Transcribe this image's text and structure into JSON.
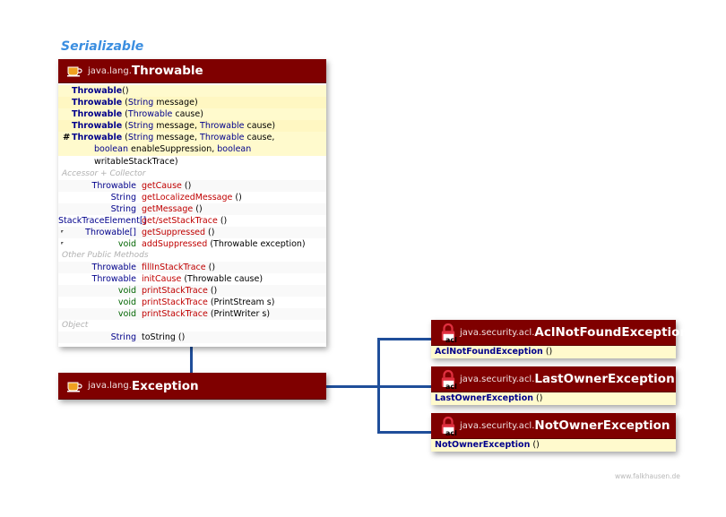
{
  "interface_label": "Serializable",
  "throwable": {
    "package": "java.lang.",
    "name": "Throwable",
    "constructors": [
      {
        "name": "Throwable",
        "params": [
          {
            "t": "()",
            "k": "plain"
          }
        ]
      },
      {
        "name": "Throwable",
        "params": [
          {
            "t": " (",
            "k": "plain"
          },
          {
            "t": "String",
            "k": "type"
          },
          {
            "t": " message)",
            "k": "plain"
          }
        ]
      },
      {
        "name": "Throwable",
        "params": [
          {
            "t": " (",
            "k": "plain"
          },
          {
            "t": "Throwable",
            "k": "type"
          },
          {
            "t": " cause)",
            "k": "plain"
          }
        ]
      },
      {
        "name": "Throwable",
        "params": [
          {
            "t": " (",
            "k": "plain"
          },
          {
            "t": "String",
            "k": "type"
          },
          {
            "t": " message, ",
            "k": "plain"
          },
          {
            "t": "Throwable",
            "k": "type"
          },
          {
            "t": " cause)",
            "k": "plain"
          }
        ]
      },
      {
        "name": "Throwable",
        "protected": true,
        "params": [
          {
            "t": " (",
            "k": "plain"
          },
          {
            "t": "String",
            "k": "type"
          },
          {
            "t": " message, ",
            "k": "plain"
          },
          {
            "t": "Throwable",
            "k": "type"
          },
          {
            "t": " cause,",
            "k": "plain"
          }
        ]
      }
    ],
    "ctor_continuation": [
      {
        "t": "boolean",
        "k": "prim"
      },
      {
        "t": " enableSuppression, ",
        "k": "plain"
      },
      {
        "t": "boolean",
        "k": "prim"
      },
      {
        "t": " writableStackTrace)",
        "k": "plain"
      }
    ],
    "sections": [
      {
        "title": "Accessor + Collector",
        "methods": [
          {
            "ret": "Throwable",
            "name": "getCause",
            "args": " ()"
          },
          {
            "ret": "String",
            "name": "getLocalizedMessage",
            "args": " ()"
          },
          {
            "ret": "String",
            "name": "getMessage",
            "args": " ()"
          },
          {
            "ret": "StackTraceElement[]",
            "name": "get/setStackTrace",
            "args": " ()"
          },
          {
            "ret": "Throwable[]",
            "name": "getSuppressed",
            "args": " ()",
            "mark": "ʳ"
          },
          {
            "ret": "void",
            "name": "addSuppressed",
            "args": " (Throwable exception)",
            "mark": "ʳ",
            "prim": true
          }
        ]
      },
      {
        "title": "Other Public Methods",
        "methods": [
          {
            "ret": "Throwable",
            "name": "fillInStackTrace",
            "args": " ()"
          },
          {
            "ret": "Throwable",
            "name": "initCause",
            "args": " (Throwable cause)"
          },
          {
            "ret": "void",
            "name": "printStackTrace",
            "args": " ()",
            "prim": true
          },
          {
            "ret": "void",
            "name": "printStackTrace",
            "args": " (PrintStream s)",
            "prim": true
          },
          {
            "ret": "void",
            "name": "printStackTrace",
            "args": " (PrintWriter s)",
            "prim": true
          }
        ]
      },
      {
        "title": "Object",
        "methods": [
          {
            "ret": "String",
            "name": "toString",
            "args": " ()",
            "plainName": true
          }
        ]
      }
    ]
  },
  "exception": {
    "package": "java.lang.",
    "name": "Exception"
  },
  "subclasses": [
    {
      "package": "java.security.acl.",
      "name": "AclNotFoundException",
      "ctor": "AclNotFoundException",
      "ctor_args": " ()"
    },
    {
      "package": "java.security.acl.",
      "name": "LastOwnerException",
      "ctor": "LastOwnerException",
      "ctor_args": " ()"
    },
    {
      "package": "java.security.acl.",
      "name": "NotOwnerException",
      "ctor": "NotOwnerException",
      "ctor_args": " ()"
    }
  ],
  "icon_label": "acl",
  "footer": "www.falkhausen.de",
  "colors": {
    "header": "#7f0000",
    "connector": "#1f4e9a",
    "ctor_bg": "#fffacd",
    "type": "#00008b",
    "method": "#c00000",
    "prim": "#006400"
  }
}
